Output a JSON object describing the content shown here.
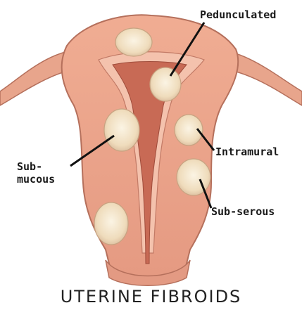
{
  "labels": {
    "pedunculated": "Pedunculated",
    "intramural": "Intramural",
    "subserous": "Sub-serous",
    "submucous_line1": "Sub-",
    "submucous_line2": "mucous"
  },
  "title": "UTERINE FIBROIDS",
  "colors": {
    "tissue_outer": "#e8a58c",
    "tissue_inner": "#f2b8a0",
    "cavity": "#c86a55",
    "fibroid": "#f1e2c6",
    "text": "#1a1a1a"
  }
}
